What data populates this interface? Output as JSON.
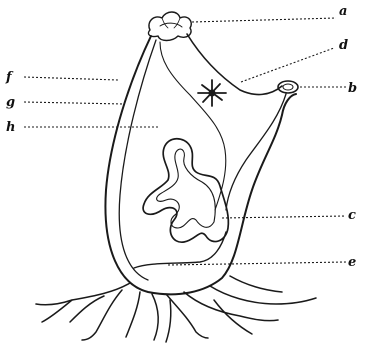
{
  "labels": {
    "a": "a",
    "b": "b",
    "c": "c",
    "d": "d",
    "e": "e",
    "f": "f",
    "g": "g",
    "h": "h"
  },
  "colors": {
    "ink": "#1a1a1a",
    "background": "#ffffff"
  }
}
